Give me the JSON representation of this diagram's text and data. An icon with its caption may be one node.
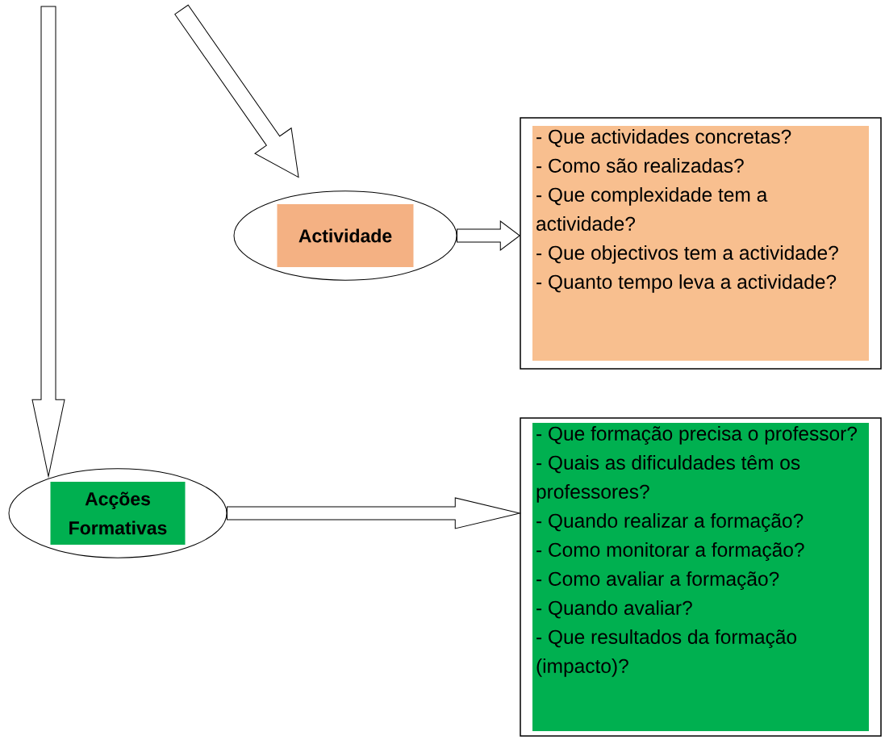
{
  "diagram": {
    "nodes": [
      {
        "text": [
          "Actividade"
        ]
      },
      {
        "text": [
          "- Que actividades concretas?",
          "- Como são realizadas?",
          "- Que complexidade tem a actividade?",
          "- Que objectivos tem a actividade?",
          "- Quanto tempo leva a actividade?"
        ]
      },
      {
        "text": [
          "Acções Formativas"
        ]
      },
      {
        "text": [
          "- Que formação precisa o professor?",
          "- Quais as dificuldades têm os professores?",
          "- Quando realizar a formação?",
          "- Como monitorar a formação?",
          "- Como avaliar a formação?",
          "- Quando avaliar?",
          "- Que resultados da formação (impacto)?"
        ]
      }
    ],
    "edges": [
      {
        "from": null,
        "to": 0,
        "arrow": "to"
      },
      {
        "from": 0,
        "to": 1,
        "arrow": "to"
      },
      {
        "from": null,
        "to": 2,
        "arrow": "to"
      },
      {
        "from": 2,
        "to": 3,
        "arrow": "to"
      }
    ]
  }
}
